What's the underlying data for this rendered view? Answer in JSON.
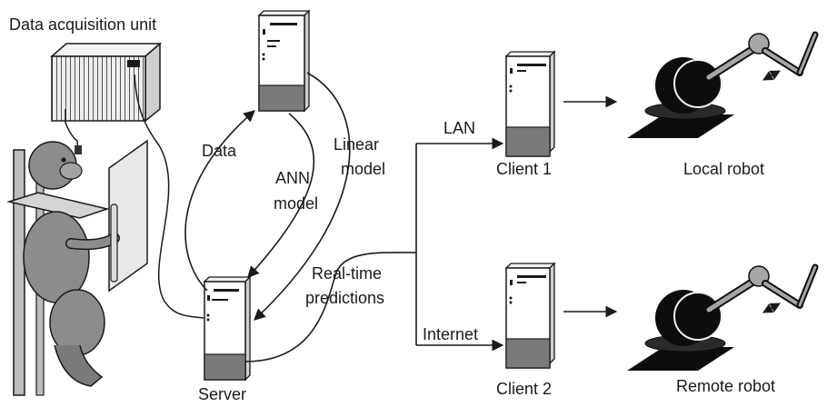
{
  "labels": {
    "daq": "Data acquisition unit",
    "data": "Data",
    "linear_1": "Linear",
    "linear_2": "model",
    "ann_1": "ANN",
    "ann_2": "model",
    "lan": "LAN",
    "client1": "Client 1",
    "local_robot": "Local robot",
    "realtime_1": "Real-time",
    "realtime_2": "predictions",
    "internet": "Internet",
    "client2": "Client 2",
    "remote_robot": "Remote robot",
    "server": "Server"
  },
  "colors": {
    "ink": "#1a1a1a",
    "panel_gray": "#7a7a7a",
    "robot_black": "#0d0d0d",
    "robot_joint": "#a6a6a6",
    "monkey_fur": "#8c8c8c",
    "monkey_dark": "#4a4a4a",
    "chair_face": "#d4d4d4",
    "daq_face": "#e6e6e6"
  },
  "icons": [
    "computer-tower-icon",
    "robot-arm-icon",
    "monkey-figure-icon",
    "data-acquisition-rack-icon"
  ]
}
